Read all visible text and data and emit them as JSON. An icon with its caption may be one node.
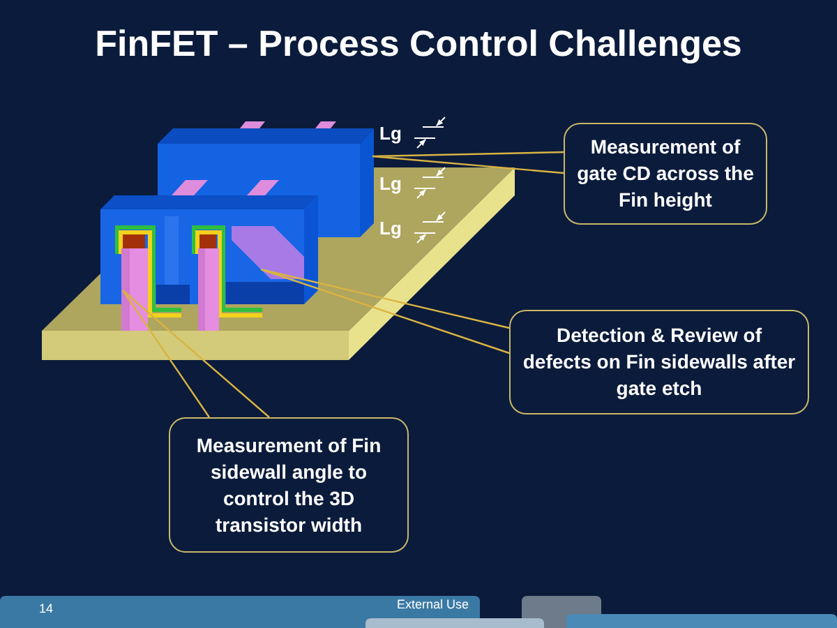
{
  "diagram": {
    "title": "FinFET – Process Control Challenges",
    "nodes": [
      {
        "text": [
          "Measurement of gate CD across the Fin height"
        ]
      },
      {
        "text": [],
        "shape": "box"
      },
      {
        "text": [
          "Detection & Review of defects on Fin sidewalls after gate etch"
        ]
      },
      {
        "text": [],
        "shape": "box"
      },
      {
        "text": [
          "Measurement of Fin sidewall angle to control the 3D transistor width"
        ]
      },
      {
        "text": [],
        "shape": "box"
      }
    ],
    "edges": [
      {
        "from": 0,
        "to": 1,
        "arrow": "none"
      },
      {
        "from": 2,
        "to": 3,
        "arrow": "none"
      },
      {
        "from": 4,
        "to": 5,
        "arrow": "none"
      }
    ],
    "labels": [
      "Lg",
      "Lg",
      "Lg",
      "14",
      "External Use"
    ]
  }
}
